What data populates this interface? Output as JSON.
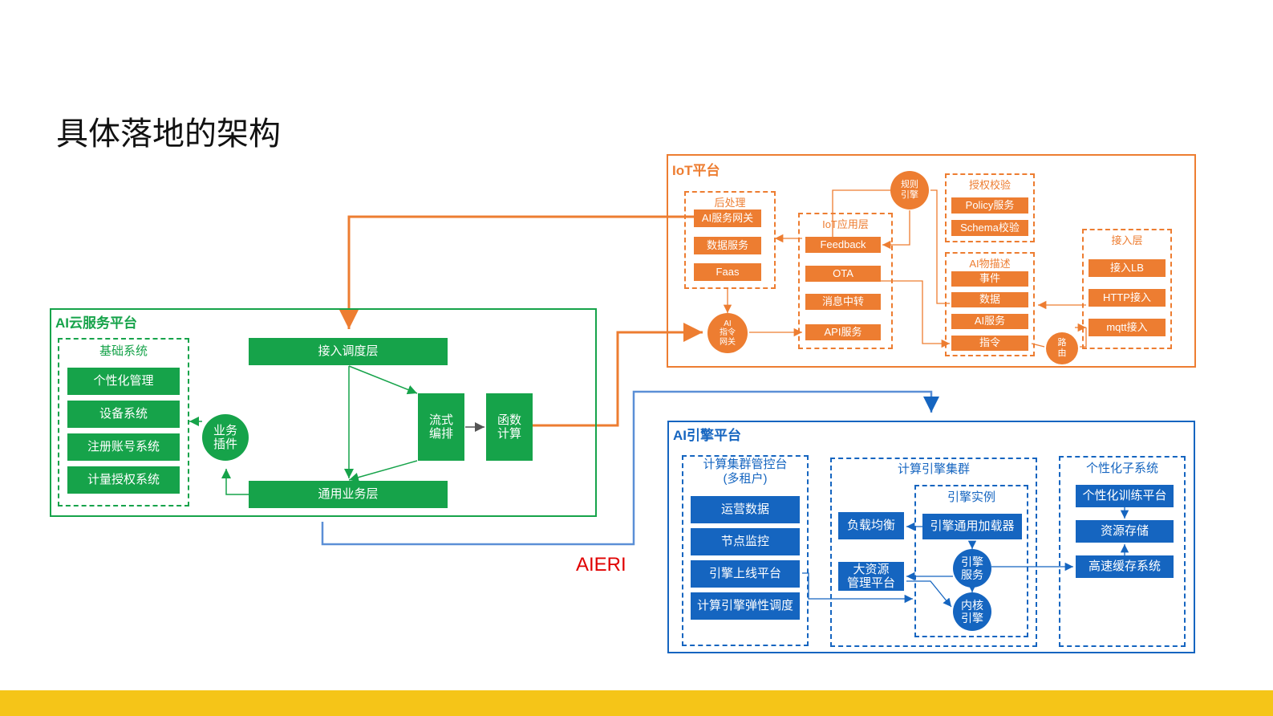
{
  "title": "具体落地的架构",
  "ai_cloud": {
    "title": "AI云服务平台",
    "base_group_title": "基础系统",
    "base_items": [
      "个性化管理",
      "设备系统",
      "注册账号系统",
      "计量授权系统"
    ],
    "plugin": "业务\n插件",
    "access_layer": "接入调度层",
    "common_layer": "通用业务层",
    "flow": "流式\n编排",
    "func": "函数\n计算"
  },
  "iot": {
    "title": "IoT平台",
    "post": {
      "title": "后处理",
      "items": [
        "AI服务网关",
        "数据服务",
        "Faas"
      ]
    },
    "app": {
      "title": "IoT应用层",
      "items": [
        "Feedback",
        "OTA",
        "消息中转",
        "API服务"
      ]
    },
    "auth": {
      "title": "授权校验",
      "items": [
        "Policy服务",
        "Schema校验"
      ]
    },
    "model": {
      "title": "AI物描述",
      "items": [
        "事件",
        "数据",
        "AI服务",
        "指令"
      ]
    },
    "access": {
      "title": "接入层",
      "items": [
        "接入LB",
        "HTTP接入",
        "mqtt接入"
      ]
    },
    "rule_engine": "规则\n引擎",
    "ai_gateway": "AI\n指令\n网关",
    "router": "路\n由"
  },
  "engine": {
    "title": "AI引擎平台",
    "control": {
      "title": "计算集群管控台\n(多租户)",
      "items": [
        "运营数据",
        "节点监控",
        "引擎上线平台",
        "计算引擎弹性调度"
      ]
    },
    "cluster": {
      "title": "计算引擎集群",
      "lb": "负载均衡",
      "resource": "大资源\n管理平台",
      "instance_title": "引擎实例",
      "loader": "引擎通用加载器",
      "service": "引擎\n服务",
      "kernel": "内核\n引擎"
    },
    "personal": {
      "title": "个性化子系统",
      "items": [
        "个性化训练平台",
        "资源存储",
        "高速缓存系统"
      ]
    }
  },
  "aieri_label": "AIERI",
  "colors": {
    "green": "#16a34a",
    "orange": "#ed7d31",
    "blue": "#1565c0",
    "yellow": "#f5c518"
  }
}
